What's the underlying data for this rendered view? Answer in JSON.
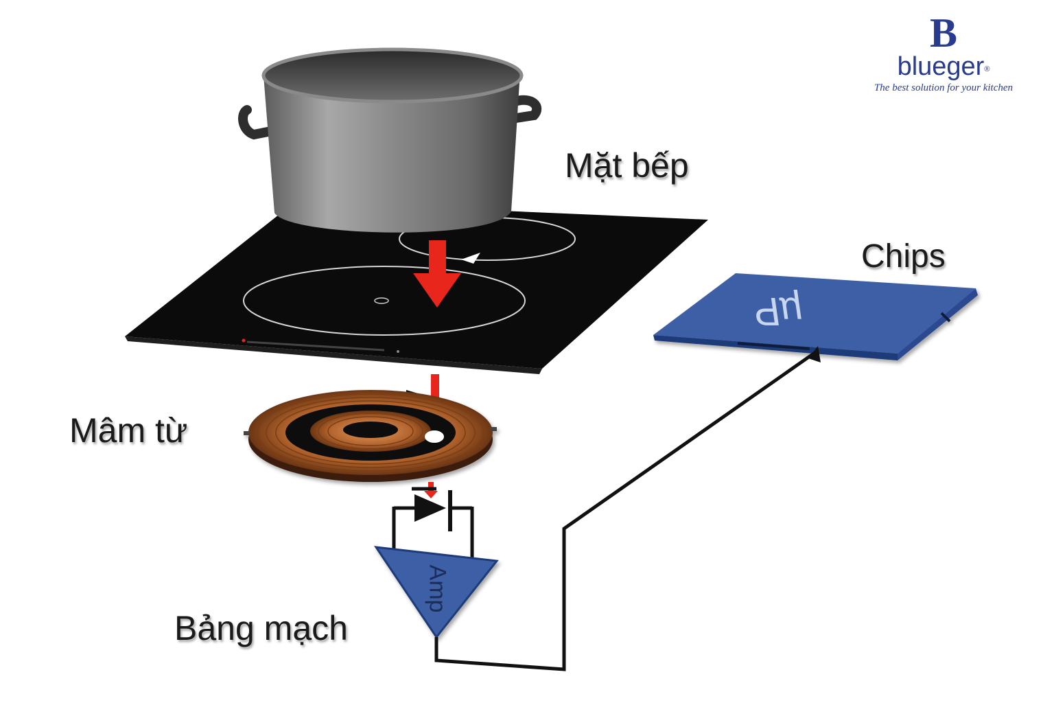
{
  "brand": {
    "mark": "B",
    "name": "blueger",
    "registered": "®",
    "tagline": "The best solution for your kitchen",
    "color": "#283b8e"
  },
  "labels": {
    "cooktop": "Mặt bếp",
    "chips": "Chips",
    "coil": "Mâm từ",
    "circuit_board": "Bảng mạch"
  },
  "components": {
    "chip_text": "µP",
    "amp_text": "Amp"
  },
  "colors": {
    "cooktop": "#0b0b0b",
    "arrow": "#e8261b",
    "chip": "#3c5ea6",
    "amp": "#3c5ea6",
    "coil": "#b5652d",
    "wire": "#111111"
  }
}
